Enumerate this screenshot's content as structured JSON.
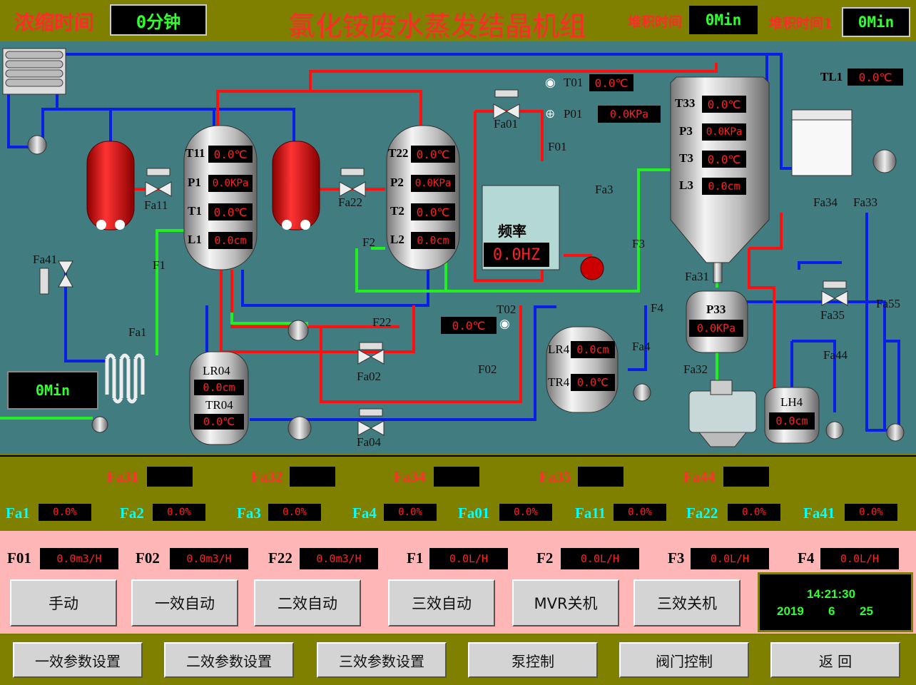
{
  "header": {
    "conc_time_label": "浓缩时间",
    "conc_time_value": "0分钟",
    "title": "氯化铵废水蒸发结晶机组",
    "stack_time_label": "堆积时间",
    "stack_time_value": "0Min",
    "stack_time1_label": "堆积时间1",
    "stack_time1_value": "0Min"
  },
  "diagram": {
    "left_timer": "0Min",
    "tank1": {
      "t11_label": "T11",
      "t11": "0.0℃",
      "p1_label": "P1",
      "p1": "0.0KPa",
      "t1_label": "T1",
      "t1": "0.0℃",
      "l1_label": "L1",
      "l1": "0.0cm"
    },
    "tank2": {
      "t22_label": "T22",
      "t22": "0.0℃",
      "p2_label": "P2",
      "p2": "0.0KPa",
      "t2_label": "T2",
      "t2": "0.0℃",
      "l2_label": "L2",
      "l2": "0.0cm"
    },
    "tank3": {
      "t33_label": "T33",
      "t33": "0.0℃",
      "p3_label": "P3",
      "p3": "0.0KPa",
      "t3_label": "T3",
      "t3": "0.0℃",
      "l3_label": "L3",
      "l3": "0.0cm"
    },
    "t01_label": "T01",
    "t01": "0.0℃",
    "p01_label": "P01",
    "p01": "0.0KPa",
    "tl1_label": "TL1",
    "tl1": "0.0℃",
    "t02_label": "T02",
    "t02": "0.0℃",
    "freq_label": "频率",
    "freq": "0.0HZ",
    "lr04_label": "LR04",
    "lr04": "0.0cm",
    "tr04_label": "TR04",
    "tr04": "0.0℃",
    "lr4_label": "LR4",
    "lr4": "0.0cm",
    "tr4_label": "TR4",
    "tr4": "0.0℃",
    "p33_label": "P33",
    "p33": "0.0KPa",
    "lh4_label": "LH4",
    "lh4": "0.0cm",
    "valve_labels": {
      "fa01": "Fa01",
      "f01": "F01",
      "fa11": "Fa11",
      "fa22": "Fa22",
      "fa3": "Fa3",
      "f3": "F3",
      "fa34": "Fa34",
      "fa33": "Fa33",
      "fa31": "Fa31",
      "fa35": "Fa35",
      "fa55": "Fa55",
      "fa41": "Fa41",
      "f1": "F1",
      "f2": "F2",
      "fa1": "Fa1",
      "f22": "F22",
      "fa02": "Fa02",
      "f02": "F02",
      "fa04": "Fa04",
      "f4": "F4",
      "fa4": "Fa4",
      "fa32": "Fa32",
      "fa44": "Fa44"
    }
  },
  "panel1": {
    "row1": [
      {
        "label": "Fa31",
        "value": ""
      },
      {
        "label": "Fa32",
        "value": ""
      },
      {
        "label": "Fa34",
        "value": ""
      },
      {
        "label": "Fa35",
        "value": ""
      },
      {
        "label": "Fa44",
        "value": ""
      }
    ],
    "row2": [
      {
        "label": "Fa1",
        "value": "0.0%"
      },
      {
        "label": "Fa2",
        "value": "0.0%"
      },
      {
        "label": "Fa3",
        "value": "0.0%"
      },
      {
        "label": "Fa4",
        "value": "0.0%"
      },
      {
        "label": "Fa01",
        "value": "0.0%"
      },
      {
        "label": "Fa11",
        "value": "0.0%"
      },
      {
        "label": "Fa22",
        "value": "0.0%"
      },
      {
        "label": "Fa41",
        "value": "0.0%"
      }
    ]
  },
  "panel2": {
    "flows": [
      {
        "label": "F01",
        "value": "0.0m3/H"
      },
      {
        "label": "F02",
        "value": "0.0m3/H"
      },
      {
        "label": "F22",
        "value": "0.0m3/H"
      },
      {
        "label": "F1",
        "value": "0.0L/H"
      },
      {
        "label": "F2",
        "value": "0.0L/H"
      },
      {
        "label": "F3",
        "value": "0.0L/H"
      },
      {
        "label": "F4",
        "value": "0.0L/H"
      }
    ],
    "buttons": [
      "手动",
      "一效自动",
      "二效自动",
      "三效自动",
      "MVR关机",
      "三效关机"
    ],
    "clock": {
      "time": "14:21:30",
      "year": "2019",
      "month": "6",
      "day": "25"
    }
  },
  "panel3": {
    "buttons": [
      "一效参数设置",
      "二效参数设置",
      "三效参数设置",
      "泵控制",
      "阀门控制",
      "返 回"
    ]
  }
}
